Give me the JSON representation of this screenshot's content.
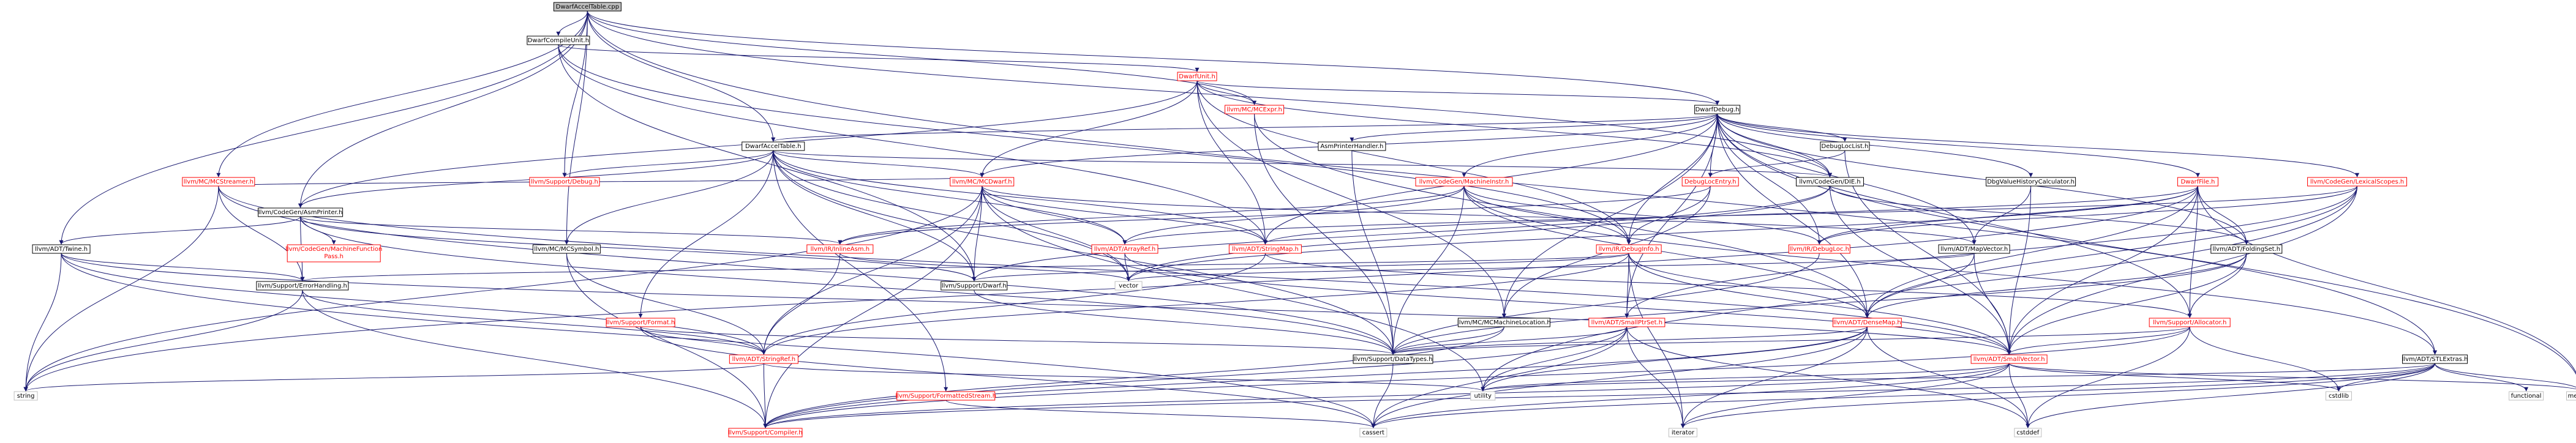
{
  "diagram": {
    "title": "",
    "colors": {
      "edge": "#191970",
      "root_fill": "#bfbfbf",
      "node_fill": "#ffffff",
      "node_border_black": "#000000",
      "node_border_red": "#ff0000",
      "label_black": "#000000",
      "label_red": "#ff0000",
      "border_gray": "#bfbfbf"
    },
    "nodes": [
      {
        "id": "dwarfacceltable_cpp",
        "label": "DwarfAccelTable.cpp",
        "style": "root"
      },
      {
        "id": "dwarfcompileunit_h",
        "label": "DwarfCompileUnit.h",
        "style": "black"
      },
      {
        "id": "dwarfunit_h",
        "label": "DwarfUnit.h",
        "style": "red"
      },
      {
        "id": "dwarfdebug_h",
        "label": "DwarfDebug.h",
        "style": "black"
      },
      {
        "id": "mcexpr_h",
        "label": "llvm/MC/MCExpr.h",
        "style": "red"
      },
      {
        "id": "mcstreamer_h",
        "label": "llvm/MC/MCStreamer.h",
        "style": "red"
      },
      {
        "id": "asmprinter_h",
        "label": "llvm/CodeGen/AsmPrinter.h",
        "style": "black"
      },
      {
        "id": "twine_h",
        "label": "llvm/ADT/Twine.h",
        "style": "black"
      },
      {
        "id": "dwarfacceltable_h",
        "label": "DwarfAccelTable.h",
        "style": "black"
      },
      {
        "id": "mcdwarf_h",
        "label": "llvm/MC/MCDwarf.h",
        "style": "red"
      },
      {
        "id": "asmprinterhandler_h",
        "label": "AsmPrinterHandler.h",
        "style": "black"
      },
      {
        "id": "debuglocentry_h",
        "label": "DebugLocEntry.h",
        "style": "red"
      },
      {
        "id": "debugloclist_h",
        "label": "DebugLocList.h",
        "style": "black"
      },
      {
        "id": "codegen_die_h",
        "label": "llvm/CodeGen/DIE.h",
        "style": "black"
      },
      {
        "id": "dbgvaluehistorycalculator_h",
        "label": "DbgValueHistoryCalculator.h",
        "style": "black"
      },
      {
        "id": "dwarffile_h",
        "label": "DwarfFile.h",
        "style": "red"
      },
      {
        "id": "lexicalscopes_h",
        "label": "llvm/CodeGen/LexicalScopes.h",
        "style": "red"
      },
      {
        "id": "machineinstr_h",
        "label": "llvm/CodeGen/MachineInstr.h",
        "style": "red"
      },
      {
        "id": "machinefunctionpass_h",
        "label": "llvm/CodeGen/MachineFunction\nPass.h",
        "style": "red"
      },
      {
        "id": "support_debug_h",
        "label": "llvm/Support/Debug.h",
        "style": "red"
      },
      {
        "id": "mcsymbol_h",
        "label": "llvm/MC/MCSymbol.h",
        "style": "black"
      },
      {
        "id": "inlineasm_h",
        "label": "llvm/IR/InlineAsm.h",
        "style": "red"
      },
      {
        "id": "arrayref_h",
        "label": "llvm/ADT/ArrayRef.h",
        "style": "red"
      },
      {
        "id": "stringmap_h",
        "label": "llvm/ADT/StringMap.h",
        "style": "red"
      },
      {
        "id": "debuginfo_h",
        "label": "llvm/IR/DebugInfo.h",
        "style": "red"
      },
      {
        "id": "debugloc_h",
        "label": "llvm/IR/DebugLoc.h",
        "style": "red"
      },
      {
        "id": "mapvector_h",
        "label": "llvm/ADT/MapVector.h",
        "style": "black"
      },
      {
        "id": "foldingset_h",
        "label": "llvm/ADT/FoldingSet.h",
        "style": "black"
      },
      {
        "id": "errorhandling_h",
        "label": "llvm/Support/ErrorHandling.h",
        "style": "black"
      },
      {
        "id": "format_h",
        "label": "llvm/Support/Format.h",
        "style": "red"
      },
      {
        "id": "dwarf_h",
        "label": "llvm/Support/Dwarf.h",
        "style": "black"
      },
      {
        "id": "vector",
        "label": "vector",
        "style": "gray"
      },
      {
        "id": "mcmachinelocation_h",
        "label": "llvm/MC/MCMachineLocation.h",
        "style": "black"
      },
      {
        "id": "smallptrset_h",
        "label": "llvm/ADT/SmallPtrSet.h",
        "style": "red"
      },
      {
        "id": "densemap_h",
        "label": "llvm/ADT/DenseMap.h",
        "style": "red"
      },
      {
        "id": "allocator_h",
        "label": "llvm/Support/Allocator.h",
        "style": "red"
      },
      {
        "id": "stringref_h",
        "label": "llvm/ADT/StringRef.h",
        "style": "red"
      },
      {
        "id": "formattedstream_h",
        "label": "llvm/Support/FormattedStream.h",
        "style": "red"
      },
      {
        "id": "datatypes_h",
        "label": "llvm/Support/DataTypes.h",
        "style": "black"
      },
      {
        "id": "smallvector_h",
        "label": "llvm/ADT/SmallVector.h",
        "style": "red"
      },
      {
        "id": "stlextras_h",
        "label": "llvm/ADT/STLExtras.h",
        "style": "black"
      },
      {
        "id": "compiler_h",
        "label": "llvm/Support/Compiler.h",
        "style": "red"
      },
      {
        "id": "string",
        "label": "string",
        "style": "gray"
      },
      {
        "id": "cassert",
        "label": "cassert",
        "style": "gray"
      },
      {
        "id": "iterator",
        "label": "iterator",
        "style": "gray"
      },
      {
        "id": "utility",
        "label": "utility",
        "style": "gray"
      },
      {
        "id": "cstddef",
        "label": "cstddef",
        "style": "gray"
      },
      {
        "id": "cstdlib",
        "label": "cstdlib",
        "style": "gray"
      },
      {
        "id": "functional",
        "label": "functional",
        "style": "gray"
      },
      {
        "id": "memory",
        "label": "memory",
        "style": "gray"
      }
    ],
    "edges": [
      [
        "dwarfacceltable_cpp",
        "dwarfcompileunit_h"
      ],
      [
        "dwarfacceltable_cpp",
        "dwarfdebug_h"
      ],
      [
        "dwarfacceltable_cpp",
        "mcexpr_h"
      ],
      [
        "dwarfacceltable_cpp",
        "mcstreamer_h"
      ],
      [
        "dwarfacceltable_cpp",
        "asmprinter_h"
      ],
      [
        "dwarfacceltable_cpp",
        "twine_h"
      ],
      [
        "dwarfacceltable_cpp",
        "dwarfacceltable_h"
      ],
      [
        "dwarfacceltable_cpp",
        "support_debug_h"
      ],
      [
        "dwarfacceltable_cpp",
        "codegen_die_h"
      ],
      [
        "dwarfacceltable_cpp",
        "stlextras_h"
      ],
      [
        "dwarfacceltable_cpp",
        "mcsymbol_h"
      ],
      [
        "dwarfcompileunit_h",
        "dwarfunit_h"
      ],
      [
        "dwarfcompileunit_h",
        "debuginfo_h"
      ],
      [
        "dwarfcompileunit_h",
        "stringmap_h"
      ],
      [
        "dwarfcompileunit_h",
        "dwarf_h"
      ],
      [
        "dwarfunit_h",
        "dwarfdebug_h"
      ],
      [
        "dwarfunit_h",
        "mcexpr_h"
      ],
      [
        "dwarfunit_h",
        "codegen_die_h"
      ],
      [
        "dwarfunit_h",
        "mcdwarf_h"
      ],
      [
        "dwarfunit_h",
        "debuginfo_h"
      ],
      [
        "dwarfunit_h",
        "asmprinter_h"
      ],
      [
        "dwarfunit_h",
        "stringmap_h"
      ],
      [
        "dwarfunit_h",
        "mcmachinelocation_h"
      ],
      [
        "dwarfdebug_h",
        "dwarfacceltable_h"
      ],
      [
        "dwarfdebug_h",
        "asmprinterhandler_h"
      ],
      [
        "dwarfdebug_h",
        "debuglocentry_h"
      ],
      [
        "dwarfdebug_h",
        "debugloclist_h"
      ],
      [
        "dwarfdebug_h",
        "codegen_die_h"
      ],
      [
        "dwarfdebug_h",
        "dbgvaluehistorycalculator_h"
      ],
      [
        "dwarfdebug_h",
        "dwarffile_h"
      ],
      [
        "dwarfdebug_h",
        "lexicalscopes_h"
      ],
      [
        "dwarfdebug_h",
        "machineinstr_h"
      ],
      [
        "dwarfdebug_h",
        "mcdwarf_h"
      ],
      [
        "dwarfdebug_h",
        "debuginfo_h"
      ],
      [
        "dwarfdebug_h",
        "debugloc_h"
      ],
      [
        "dwarfdebug_h",
        "mapvector_h"
      ],
      [
        "dwarfdebug_h",
        "densemap_h"
      ],
      [
        "dwarfdebug_h",
        "stringmap_h"
      ],
      [
        "dwarfdebug_h",
        "foldingset_h"
      ],
      [
        "dwarfdebug_h",
        "smallptrset_h"
      ],
      [
        "dwarfdebug_h",
        "allocator_h"
      ],
      [
        "dwarfdebug_h",
        "memory"
      ],
      [
        "dwarfdebug_h",
        "mcmachinelocation_h"
      ],
      [
        "mcexpr_h",
        "datatypes_h"
      ],
      [
        "mcexpr_h",
        "densemap_h"
      ],
      [
        "mcstreamer_h",
        "mcdwarf_h"
      ],
      [
        "mcstreamer_h",
        "errorhandling_h"
      ],
      [
        "mcstreamer_h",
        "datatypes_h"
      ],
      [
        "mcstreamer_h",
        "smallvector_h"
      ],
      [
        "mcstreamer_h",
        "string"
      ],
      [
        "asmprinter_h",
        "machinefunctionpass_h"
      ],
      [
        "asmprinter_h",
        "inlineasm_h"
      ],
      [
        "asmprinter_h",
        "errorhandling_h"
      ],
      [
        "asmprinter_h",
        "twine_h"
      ],
      [
        "asmprinter_h",
        "dwarf_h"
      ],
      [
        "asmprinter_h",
        "datatypes_h"
      ],
      [
        "twine_h",
        "stringref_h"
      ],
      [
        "twine_h",
        "errorhandling_h"
      ],
      [
        "twine_h",
        "smallvector_h"
      ],
      [
        "twine_h",
        "cassert"
      ],
      [
        "twine_h",
        "string"
      ],
      [
        "dwarfacceltable_h",
        "codegen_die_h"
      ],
      [
        "dwarfacceltable_h",
        "mcsymbol_h"
      ],
      [
        "dwarfacceltable_h",
        "arrayref_h"
      ],
      [
        "dwarfacceltable_h",
        "stringmap_h"
      ],
      [
        "dwarfacceltable_h",
        "support_debug_h"
      ],
      [
        "dwarfacceltable_h",
        "dwarf_h"
      ],
      [
        "dwarfacceltable_h",
        "format_h"
      ],
      [
        "dwarfacceltable_h",
        "formattedstream_h"
      ],
      [
        "dwarfacceltable_h",
        "datatypes_h"
      ],
      [
        "dwarfacceltable_h",
        "vector"
      ],
      [
        "dwarfacceltable_h",
        "mcdwarf_h"
      ],
      [
        "dwarfacceltable_h",
        "asmprinter_h"
      ],
      [
        "mcdwarf_h",
        "arrayref_h"
      ],
      [
        "mcdwarf_h",
        "mapvector_h"
      ],
      [
        "mcdwarf_h",
        "stringmap_h"
      ],
      [
        "mcdwarf_h",
        "stringref_h"
      ],
      [
        "mcdwarf_h",
        "dwarf_h"
      ],
      [
        "mcdwarf_h",
        "compiler_h"
      ],
      [
        "mcdwarf_h",
        "vector"
      ],
      [
        "mcdwarf_h",
        "string"
      ],
      [
        "mcdwarf_h",
        "utility"
      ],
      [
        "asmprinterhandler_h",
        "datatypes_h"
      ],
      [
        "debuglocentry_h",
        "debuginfo_h"
      ],
      [
        "debuglocentry_h",
        "inlineasm_h"
      ],
      [
        "debuglocentry_h",
        "mcmachinelocation_h"
      ],
      [
        "debugloclist_h",
        "debuglocentry_h"
      ],
      [
        "debugloclist_h",
        "smallvector_h"
      ],
      [
        "codegen_die_h",
        "foldingset_h"
      ],
      [
        "codegen_die_h",
        "smallvector_h"
      ],
      [
        "codegen_die_h",
        "dwarf_h"
      ],
      [
        "codegen_die_h",
        "vector"
      ],
      [
        "dbgvaluehistorycalculator_h",
        "mapvector_h"
      ],
      [
        "dbgvaluehistorycalculator_h",
        "smallvector_h"
      ],
      [
        "dwarffile_h",
        "debugloc_h"
      ],
      [
        "dwarffile_h",
        "densemap_h"
      ],
      [
        "dwarffile_h",
        "foldingset_h"
      ],
      [
        "dwarffile_h",
        "smallvector_h"
      ],
      [
        "dwarffile_h",
        "stringmap_h"
      ],
      [
        "dwarffile_h",
        "allocator_h"
      ],
      [
        "dwarffile_h",
        "vector"
      ],
      [
        "dwarffile_h",
        "string"
      ],
      [
        "dwarffile_h",
        "memory"
      ],
      [
        "lexicalscopes_h",
        "arrayref_h"
      ],
      [
        "lexicalscopes_h",
        "densemap_h"
      ],
      [
        "lexicalscopes_h",
        "smallptrset_h"
      ],
      [
        "lexicalscopes_h",
        "smallvector_h"
      ],
      [
        "lexicalscopes_h",
        "debugloc_h"
      ],
      [
        "lexicalscopes_h",
        "utility"
      ],
      [
        "machineinstr_h",
        "arrayref_h"
      ],
      [
        "machineinstr_h",
        "densemap_h"
      ],
      [
        "machineinstr_h",
        "stlextras_h"
      ],
      [
        "machineinstr_h",
        "debuginfo_h"
      ],
      [
        "machineinstr_h",
        "debugloc_h"
      ],
      [
        "machineinstr_h",
        "inlineasm_h"
      ],
      [
        "machineinstr_h",
        "datatypes_h"
      ],
      [
        "mcsymbol_h",
        "stringref_h"
      ],
      [
        "mcsymbol_h",
        "compiler_h"
      ],
      [
        "inlineasm_h",
        "stringref_h"
      ],
      [
        "inlineasm_h",
        "vector"
      ],
      [
        "arrayref_h",
        "smallvector_h"
      ],
      [
        "arrayref_h",
        "vector"
      ],
      [
        "stringmap_h",
        "stringref_h"
      ],
      [
        "stringmap_h",
        "allocator_h"
      ],
      [
        "stringmap_h",
        "cstring_dummy"
      ],
      [
        "debuginfo_h",
        "densemap_h"
      ],
      [
        "debuginfo_h",
        "smallptrset_h"
      ],
      [
        "debuginfo_h",
        "smallvector_h"
      ],
      [
        "debuginfo_h",
        "stringref_h"
      ],
      [
        "debuginfo_h",
        "dwarf_h"
      ],
      [
        "debuginfo_h",
        "errorhandling_h"
      ],
      [
        "debuginfo_h",
        "iterator"
      ],
      [
        "debugloc_h",
        "datatypes_h"
      ],
      [
        "mapvector_h",
        "densemap_h"
      ],
      [
        "mapvector_h",
        "smallvector_h"
      ],
      [
        "mapvector_h",
        "vector"
      ],
      [
        "foldingset_h",
        "densemap_h"
      ],
      [
        "foldingset_h",
        "smallvector_h"
      ],
      [
        "foldingset_h",
        "allocator_h"
      ],
      [
        "foldingset_h",
        "datatypes_h"
      ],
      [
        "errorhandling_h",
        "stringref_h"
      ],
      [
        "errorhandling_h",
        "compiler_h"
      ],
      [
        "errorhandling_h",
        "string"
      ],
      [
        "format_h",
        "stringref_h"
      ],
      [
        "format_h",
        "datatypes_h"
      ],
      [
        "format_h",
        "cassert"
      ],
      [
        "dwarf_h",
        "datatypes_h"
      ],
      [
        "mcmachinelocation_h",
        "datatypes_h"
      ],
      [
        "mcmachinelocation_h",
        "compiler_h"
      ],
      [
        "smallptrset_h",
        "compiler_h"
      ],
      [
        "smallptrset_h",
        "datatypes_h"
      ],
      [
        "smallptrset_h",
        "cassert"
      ],
      [
        "smallptrset_h",
        "cstddef"
      ],
      [
        "smallptrset_h",
        "iterator"
      ],
      [
        "smallptrset_h",
        "utility"
      ],
      [
        "densemap_h",
        "datatypes_h"
      ],
      [
        "densemap_h",
        "compiler_h"
      ],
      [
        "densemap_h",
        "cassert"
      ],
      [
        "densemap_h",
        "cstddef"
      ],
      [
        "densemap_h",
        "iterator"
      ],
      [
        "densemap_h",
        "utility"
      ],
      [
        "allocator_h",
        "smallvector_h"
      ],
      [
        "allocator_h",
        "datatypes_h"
      ],
      [
        "allocator_h",
        "compiler_h"
      ],
      [
        "allocator_h",
        "cstddef"
      ],
      [
        "allocator_h",
        "cstdlib"
      ],
      [
        "stringref_h",
        "compiler_h"
      ],
      [
        "stringref_h",
        "string"
      ],
      [
        "stringref_h",
        "utility"
      ],
      [
        "formattedstream_h",
        "cassert"
      ],
      [
        "smallvector_h",
        "compiler_h"
      ],
      [
        "smallvector_h",
        "cassert"
      ],
      [
        "smallvector_h",
        "cstddef"
      ],
      [
        "smallvector_h",
        "cstdlib"
      ],
      [
        "smallvector_h",
        "iterator"
      ],
      [
        "smallvector_h",
        "memory"
      ],
      [
        "smallvector_h",
        "utility"
      ],
      [
        "stlextras_h",
        "compiler_h"
      ],
      [
        "stlextras_h",
        "cassert"
      ],
      [
        "stlextras_h",
        "cstddef"
      ],
      [
        "stlextras_h",
        "cstdlib"
      ],
      [
        "stlextras_h",
        "functional"
      ],
      [
        "stlextras_h",
        "iterator"
      ],
      [
        "stlextras_h",
        "memory"
      ],
      [
        "stlextras_h",
        "utility"
      ],
      [
        "datatypes_h",
        "cassert"
      ]
    ]
  }
}
